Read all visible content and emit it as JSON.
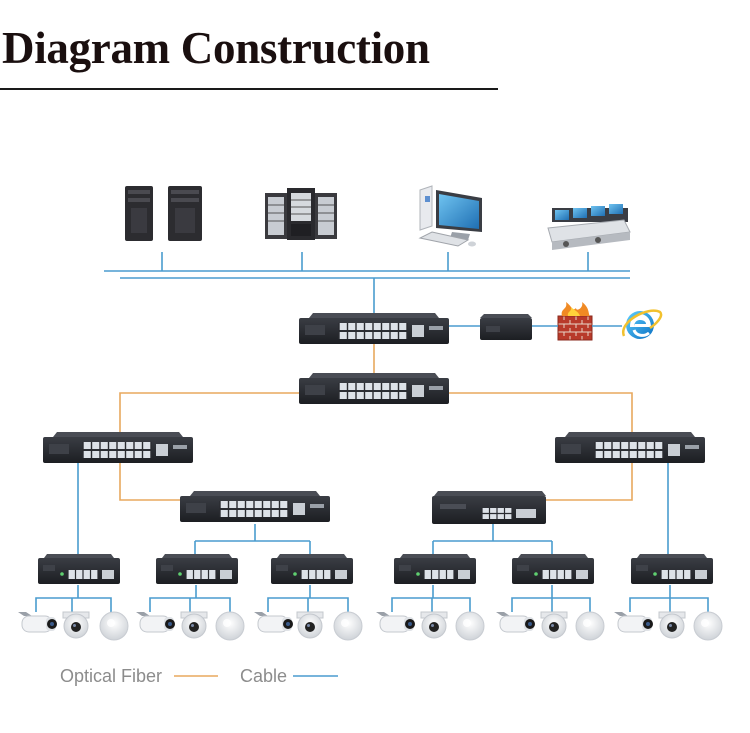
{
  "title": "Diagram Construction",
  "legend": {
    "fiber_label": "Optical Fiber",
    "cable_label": "Cable"
  },
  "colors": {
    "optical_fiber": "#e8a85e",
    "cable": "#4a9ccf",
    "title_text": "#1a0f0f",
    "device_body": "#2a2c31",
    "port": "#dde2e8",
    "firewall_brick": "#c0392b"
  },
  "icons": {
    "tower_servers": "tower-server-icon",
    "rack_servers": "rack-server-icon",
    "workstation": "desktop-computer-icon",
    "monitoring_room": "control-room-icon",
    "router": "router-icon",
    "firewall": "firewall-icon",
    "internet": "internet-explorer-icon",
    "switch": "network-switch-icon",
    "bullet_camera": "bullet-camera-icon",
    "dome_camera": "dome-camera-icon",
    "wifi_ap": "ceiling-ap-icon"
  }
}
